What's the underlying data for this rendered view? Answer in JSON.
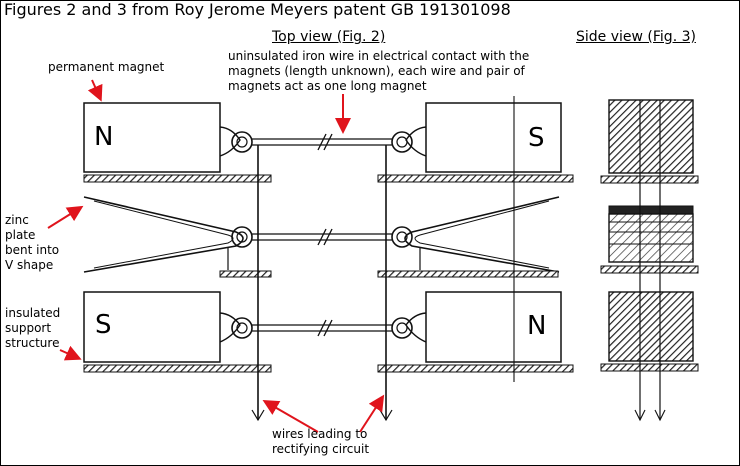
{
  "title": "Figures 2 and 3 from Roy Jerome Meyers patent GB 191301098",
  "top_view": {
    "heading": "Top view (Fig. 2)",
    "poles": {
      "top_left": "N",
      "top_right": "S",
      "bottom_left": "S",
      "bottom_right": "N"
    }
  },
  "side_view": {
    "heading": "Side view (Fig. 3)"
  },
  "annotations": {
    "permanent_magnet": "permanent magnet",
    "wire_note": [
      "uninsulated iron wire in electrical contact with the",
      "magnets (length unknown), each wire and pair of",
      "magnets act as one long magnet"
    ],
    "zinc_plate": [
      "zinc",
      "plate",
      "bent into",
      "V shape"
    ],
    "insulated_support": [
      "insulated",
      "support",
      "structure"
    ],
    "wires_leading": [
      "wires leading to",
      "rectifying circuit"
    ]
  },
  "colors": {
    "arrow": "#e0141c",
    "ink": "#111111",
    "hatch": "#333333"
  }
}
